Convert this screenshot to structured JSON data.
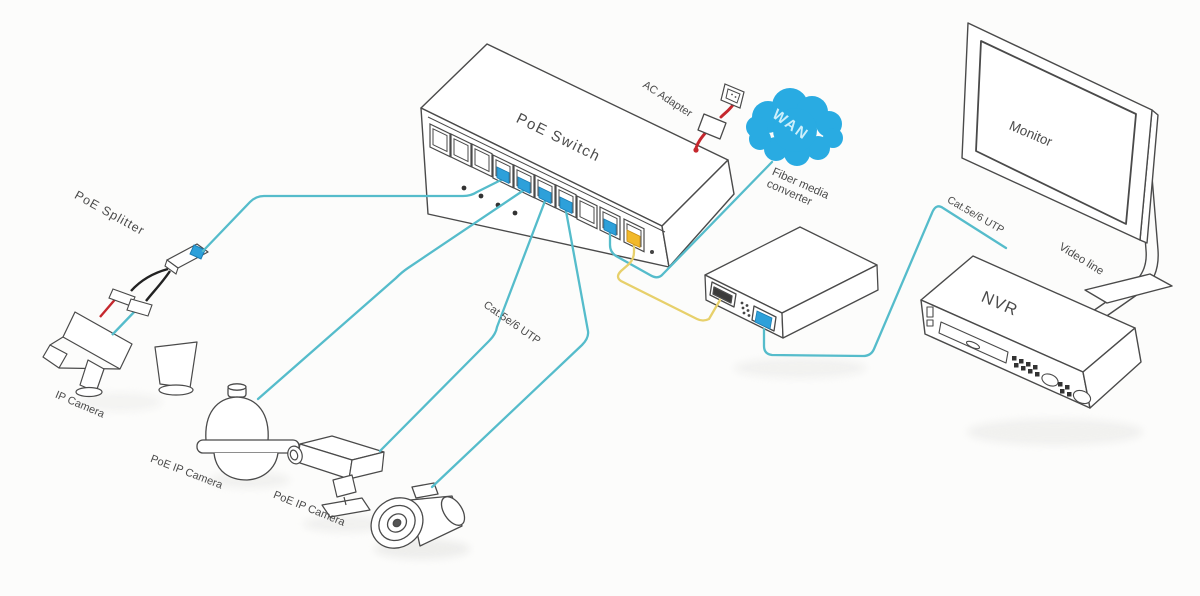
{
  "labels": {
    "poe_switch": "PoE Switch",
    "ac_adapter": "AC Adapter",
    "wan": "WAN",
    "fiber_line1": "Fiber media",
    "fiber_line2": "converter",
    "cat5_mid": "Cat.5e/6 UTP",
    "cat5_right": "Cat.5e/6 UTP",
    "video_line": "Video line",
    "monitor": "Monitor",
    "nvr": "NVR",
    "poe_splitter": "PoE Splitter",
    "ip_camera": "IP Camera",
    "poe_ip_camera_1": "PoE IP Camera",
    "poe_ip_camera_2": "PoE IP Camera"
  },
  "colors": {
    "cloud": "#29abe2",
    "utp_cable": "#55bccb",
    "plug_blue": "#2da0da",
    "fiber_cable": "#e7d06b",
    "plug_yellow": "#f2b929",
    "power_cable": "#c5272d",
    "line_art": "#4a4a4a"
  },
  "connections": [
    {
      "from": "IP Camera",
      "via": "PoE Splitter",
      "to": "PoE Switch",
      "cable": "Cat.5e/6 UTP"
    },
    {
      "from": "PoE IP Camera",
      "to": "PoE Switch",
      "cable": "Cat.5e/6 UTP"
    },
    {
      "from": "PoE IP Camera",
      "to": "PoE Switch",
      "cable": "Cat.5e/6 UTP"
    },
    {
      "from": "PoE IP Camera",
      "to": "PoE Switch",
      "cable": "Cat.5e/6 UTP"
    },
    {
      "from": "WAN",
      "to": "PoE Switch",
      "cable": "Cat.5e/6 UTP"
    },
    {
      "from": "PoE Switch",
      "to": "Fiber media converter",
      "cable": "fiber"
    },
    {
      "from": "Fiber media converter",
      "to": "NVR",
      "cable": "Cat.5e/6 UTP"
    },
    {
      "from": "NVR",
      "to": "Monitor",
      "cable": "Video line"
    },
    {
      "from": "AC Adapter",
      "to": "PoE Switch",
      "cable": "power"
    }
  ]
}
